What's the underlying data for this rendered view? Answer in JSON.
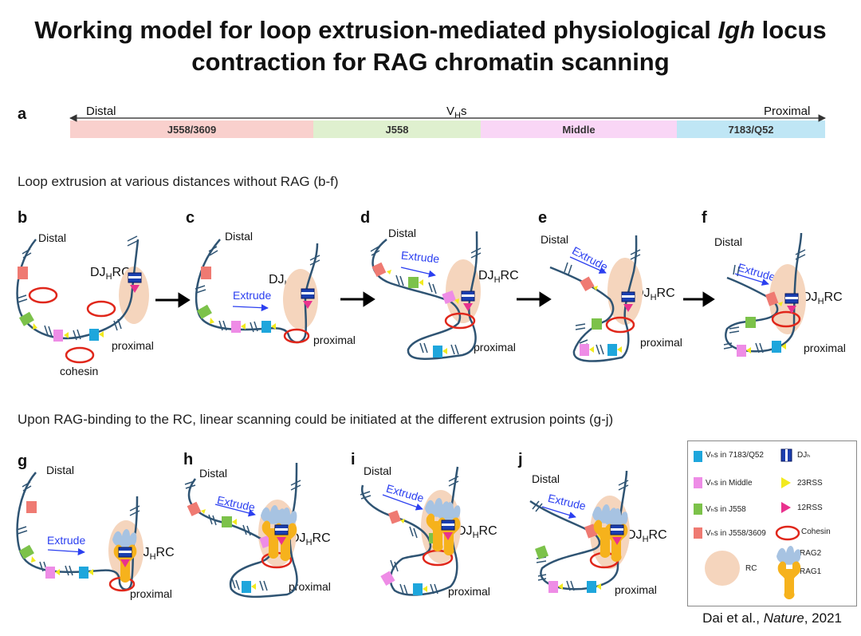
{
  "title": {
    "line1_pre": "Working model for loop extrusion-mediated physiological ",
    "line1_italic": "Igh",
    "line1_post": " locus",
    "line2": "contraction for RAG chromatin scanning"
  },
  "panel_a": {
    "letter": "a",
    "distal": "Distal",
    "vhs_main": "V",
    "vhs_sub": "H",
    "vhs_post": "s",
    "proximal": "Proximal",
    "segments": [
      "J558/3609",
      "J558",
      "Middle",
      "7183/Q52"
    ],
    "colors": {
      "j558_3609": "#f9d0cd",
      "j558": "#dff0cf",
      "middle": "#f9d6f6",
      "q52": "#bfe6f5"
    }
  },
  "section1_caption": "Loop extrusion at various distances without RAG  (b-f)",
  "section2_caption": "Upon RAG-binding to the RC, linear scanning could be initiated at the different extrusion points (g-j)",
  "panels": {
    "b": {
      "letter": "b",
      "distal": "Distal",
      "proximal": "proximal",
      "cohesin": "cohesin"
    },
    "c": {
      "letter": "c",
      "distal": "Distal",
      "proximal": "proximal",
      "extrude": "Extrude"
    },
    "d": {
      "letter": "d",
      "distal": "Distal",
      "proximal": "proximal",
      "extrude": "Extrude"
    },
    "e": {
      "letter": "e",
      "distal": "Distal",
      "proximal": "proximal",
      "extrude": "Extrude"
    },
    "f": {
      "letter": "f",
      "distal": "Distal",
      "proximal": "proximal",
      "extrude": "Extrude"
    },
    "g": {
      "letter": "g",
      "distal": "Distal",
      "proximal": "proximal",
      "extrude": "Extrude"
    },
    "h": {
      "letter": "h",
      "distal": "Distal",
      "proximal": "proximal",
      "extrude": "Extrude"
    },
    "i": {
      "letter": "i",
      "distal": "Distal",
      "proximal": "proximal",
      "extrude": "Extrude"
    },
    "j": {
      "letter": "j",
      "distal": "Distal",
      "proximal": "proximal",
      "extrude": "Extrude"
    }
  },
  "djhrc": {
    "pre": "DJ",
    "sub": "H",
    "post": "RC"
  },
  "legend": {
    "q52": "Vₕs in 7183/Q52",
    "middle": "Vₕs in Middle",
    "j558": "Vₕs in J558",
    "j558_3609": "Vₕs in J558/3609",
    "dj": "DJₕ",
    "rss23": "23RSS",
    "rss12": "12RSS",
    "cohesin": "Cohesin",
    "rc": "RC",
    "rag2": "RAG2",
    "rag1": "RAG1"
  },
  "citation": {
    "pre": "Dai et al., ",
    "journal": "Nature",
    "post": ", 2021"
  },
  "colors": {
    "strand": "#2f5473",
    "cohesin": "#e0271b",
    "rc": "#f5d5bd",
    "extrude": "#2b3ff0",
    "q52_box": "#1ea6dc",
    "middle_box": "#ee8ce6",
    "j558_box": "#7cc24a",
    "j558_3609_box": "#ef7a72",
    "rss23": "#f2ea1f",
    "rss12": "#e9328e",
    "rag1": "#f6b21c",
    "rag2": "#a7c3e2"
  }
}
